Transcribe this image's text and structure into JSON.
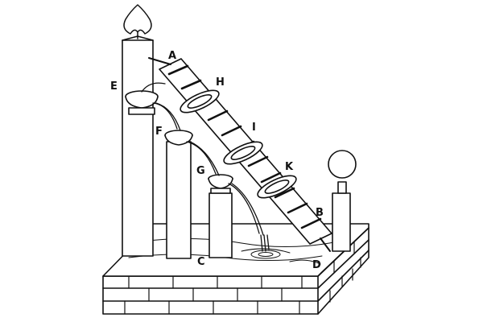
{
  "diagram": {
    "labels": {
      "A": "A",
      "B": "B",
      "C": "C",
      "D": "D",
      "E": "E",
      "F": "F",
      "G": "G",
      "H": "H",
      "I": "I",
      "K": "K"
    },
    "colors": {
      "ink": "#111111",
      "paper": "#ffffff"
    }
  }
}
